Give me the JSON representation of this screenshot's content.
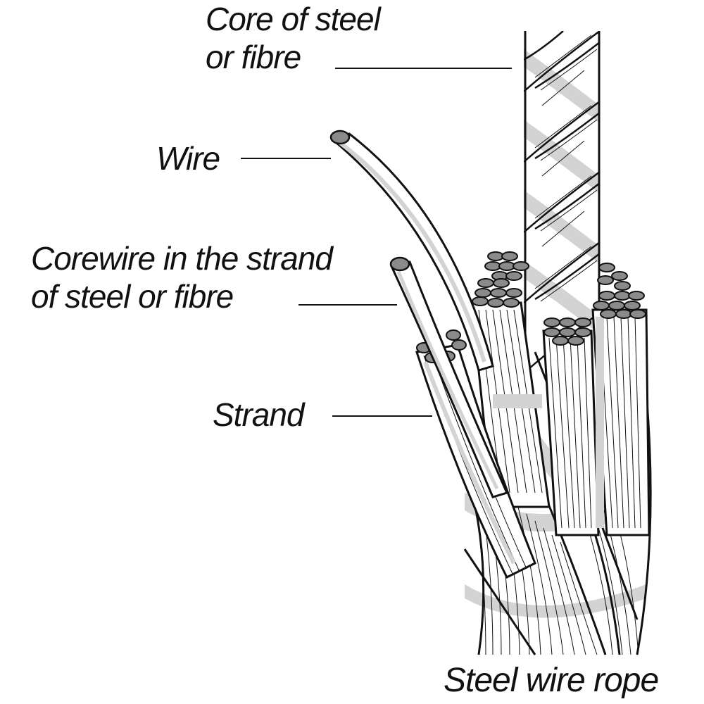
{
  "diagram": {
    "labels": {
      "core": {
        "line1": "Core of steel",
        "line2": "or fibre"
      },
      "wire": "Wire",
      "corewire": {
        "line1": "Corewire in the strand",
        "line2": "of steel or fibre"
      },
      "strand": "Strand",
      "rope": "Steel wire rope"
    },
    "colors": {
      "ink": "#111111",
      "shade": "#cfcfcf",
      "wire_end": "#8a8a8a",
      "background": "#ffffff"
    }
  }
}
